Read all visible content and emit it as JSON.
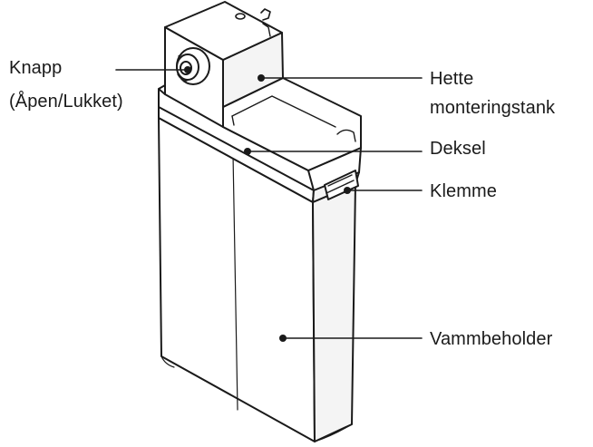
{
  "callouts": {
    "knapp": {
      "line1": "Knapp",
      "line2": "(Åpen/Lukket)"
    },
    "hette": {
      "line1": "Hette",
      "line2": "monteringstank"
    },
    "deksel": {
      "text": "Deksel"
    },
    "klemme": {
      "text": "Klemme"
    },
    "vammbeholder": {
      "text": "Vammbeholder"
    }
  },
  "colors": {
    "ink": "#1a1a1a",
    "background": "#ffffff",
    "shade": "#f2f2f2"
  }
}
